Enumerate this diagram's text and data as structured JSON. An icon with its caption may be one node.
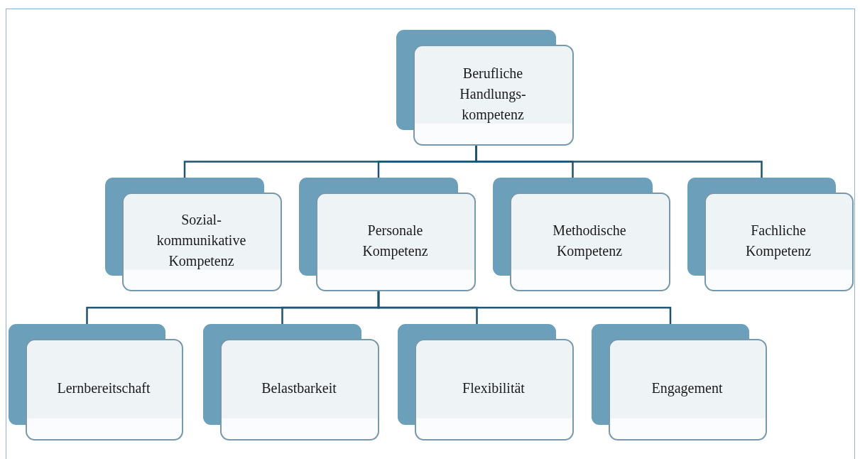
{
  "diagram": {
    "nodes": [
      {
        "text": [
          "Berufliche Handlungs-kompetenz"
        ]
      },
      {
        "text": [
          "Sozial-kommunikative Kompetenz"
        ]
      },
      {
        "text": [
          "Personale Kompetenz"
        ]
      },
      {
        "text": [
          "Methodische Kompetenz"
        ]
      },
      {
        "text": [
          "Fachliche Kompetenz"
        ]
      },
      {
        "text": [
          "Lernbereitschaft"
        ]
      },
      {
        "text": [
          "Belastbarkeit"
        ]
      },
      {
        "text": [
          "Flexibilität"
        ]
      },
      {
        "text": [
          "Engagement"
        ]
      }
    ],
    "edges": [
      {
        "from": 0,
        "to": 1,
        "arrow": "none"
      },
      {
        "from": 0,
        "to": 2,
        "arrow": "none"
      },
      {
        "from": 0,
        "to": 3,
        "arrow": "none"
      },
      {
        "from": 0,
        "to": 4,
        "arrow": "none"
      },
      {
        "from": 2,
        "to": 5,
        "arrow": "none"
      },
      {
        "from": 2,
        "to": 6,
        "arrow": "none"
      },
      {
        "from": 2,
        "to": 7,
        "arrow": "none"
      },
      {
        "from": 2,
        "to": 8,
        "arrow": "none"
      }
    ]
  }
}
